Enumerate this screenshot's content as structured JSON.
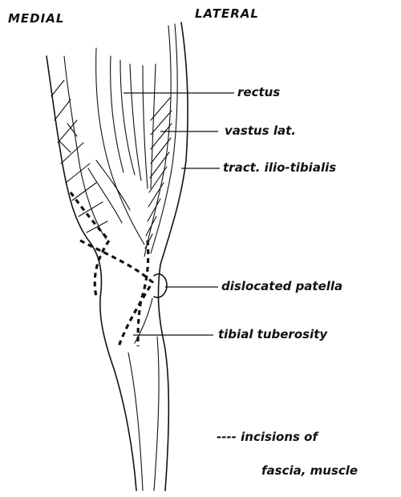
{
  "orientation": {
    "left": "MEDIAL",
    "right": "LATERAL"
  },
  "labels": {
    "rectus": "rectus",
    "vastus": "vastus lat.",
    "tract": "tract. ilio-tibialis",
    "patella": "dislocated patella",
    "tuberosity": "tibial tuberosity"
  },
  "legend": {
    "line1": "---- incisions of",
    "line2": "fascia, muscle"
  },
  "colors": {
    "ink": "#111111",
    "paper": "#ffffff"
  }
}
